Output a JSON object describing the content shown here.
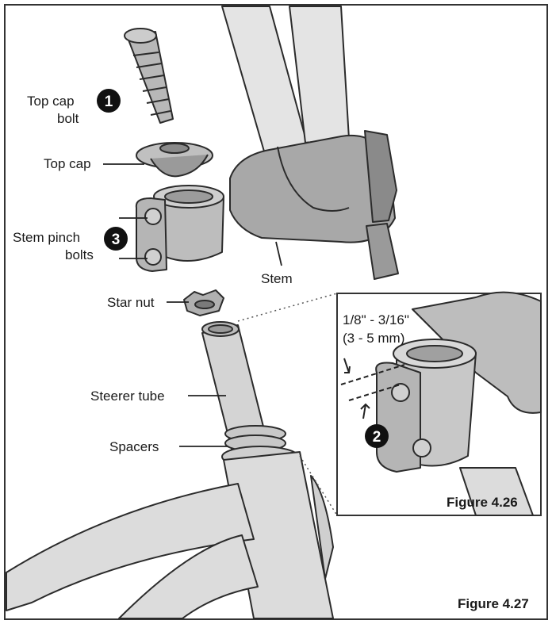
{
  "labels": {
    "top_cap_bolt_line1": "Top cap",
    "top_cap_bolt_line2": "bolt",
    "top_cap": "Top cap",
    "stem_pinch_bolts_line1": "Stem pinch",
    "stem_pinch_bolts_line2": "bolts",
    "stem": "Stem",
    "star_nut": "Star nut",
    "steerer_tube": "Steerer tube",
    "spacers": "Spacers"
  },
  "callouts": {
    "c1": "1",
    "c2": "2",
    "c3": "3"
  },
  "inset": {
    "gap_line1": "1/8\" - 3/16\"",
    "gap_line2": "(3 - 5 mm)",
    "figure_label": "Figure 4.26"
  },
  "main_figure_label": "Figure 4.27",
  "colors": {
    "frame_fill": "#dcdcdc",
    "part_fill": "#c4c4c4",
    "dark_fill": "#8a8a8a",
    "outline": "#2b2b2b",
    "callout_fill": "#111111"
  }
}
